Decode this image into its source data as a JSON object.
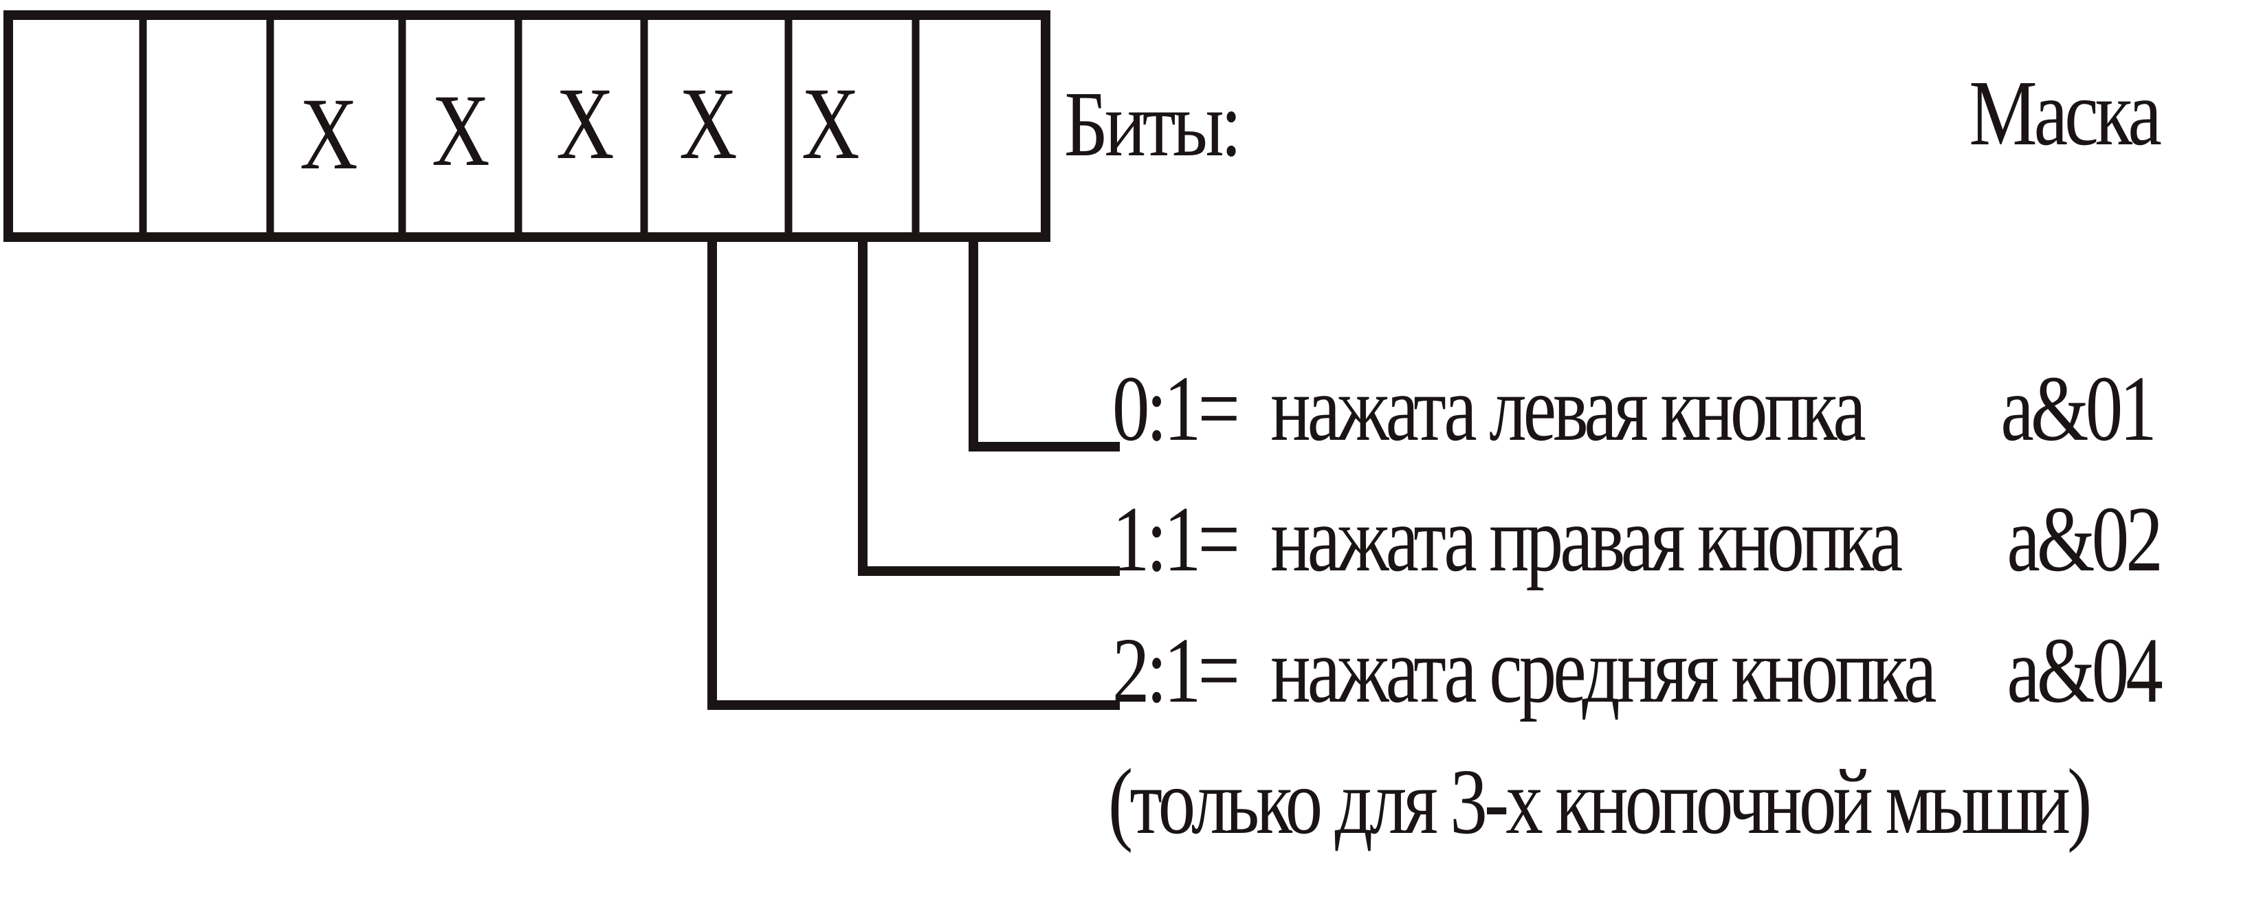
{
  "register": {
    "cells": [
      "X",
      "X",
      "X",
      "X",
      "X",
      "",
      "",
      ""
    ],
    "bits_label": "Биты:",
    "mask_header": "Маска"
  },
  "legend": [
    {
      "bit": "0:1=",
      "description": "нажата левая кнопка",
      "mask": "a&01"
    },
    {
      "bit": "1:1=",
      "description": "нажата правая кнопка",
      "mask": "a&02"
    },
    {
      "bit": "2:1=",
      "description": "нажата средняя кнопка",
      "mask": "a&04"
    }
  ],
  "footnote": "(только для 3-х кнопочной мыши)",
  "colors": {
    "ink": "#1a1414",
    "background": "#ffffff"
  }
}
